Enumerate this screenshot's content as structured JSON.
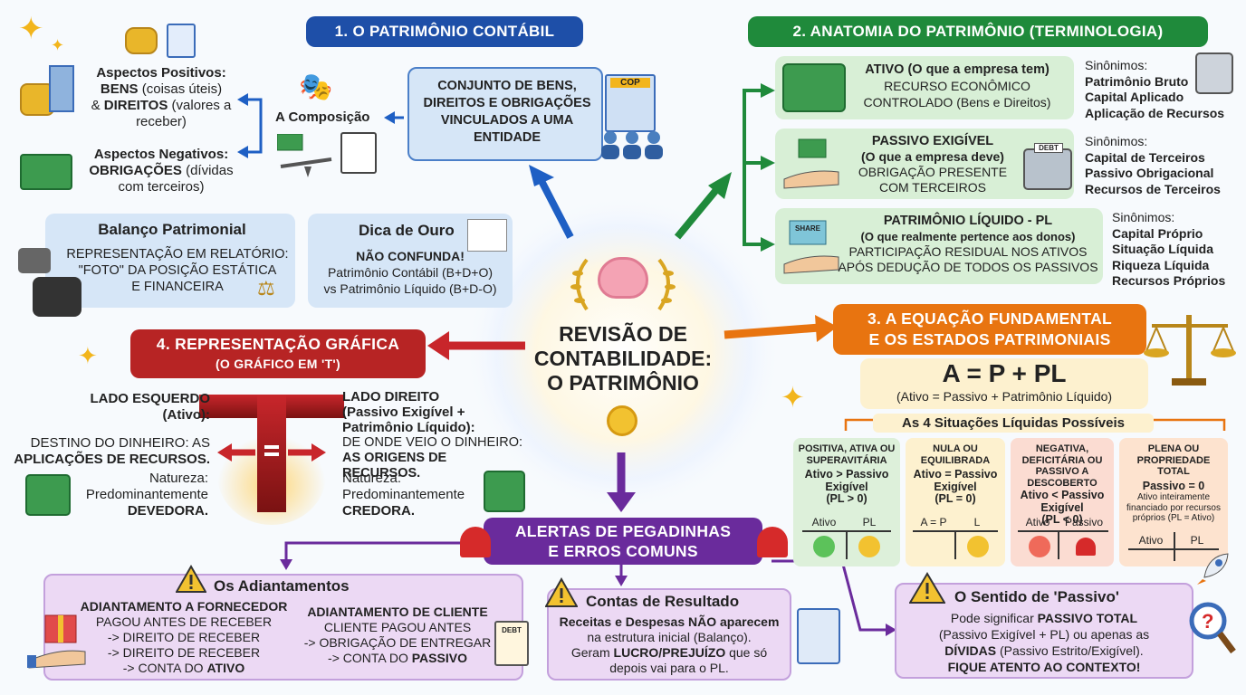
{
  "colors": {
    "blue": "#1e4fa8",
    "green": "#1f8a3b",
    "orange": "#e87410",
    "red": "#b72424",
    "purple": "#6a2b9c"
  },
  "center": {
    "title": "REVISÃO DE CONTABILIDADE: O PATRIMÔNIO"
  },
  "s1": {
    "header": "1. O PATRIMÔNIO CONTÁBIL",
    "definition": "CONJUNTO DE BENS, DIREITOS E OBRIGAÇÕES VINCULADOS A UMA ENTIDADE",
    "cop_label": "COP",
    "composition": "A Composição",
    "positive": {
      "title": "Aspectos Positivos:",
      "l1_b": "BENS",
      "l1_t": " (coisas úteis)",
      "l2_a": "& ",
      "l2_b": "DIREITOS",
      "l2_t": " (valores a",
      "l3": "receber)"
    },
    "negative": {
      "title": "Aspectos Negativos:",
      "l1_b": "OBRIGAÇÕES",
      "l1_t": " (dívidas",
      "l2": "com terceiros)"
    },
    "balanco": {
      "title": "Balanço Patrimonial",
      "l1": "REPRESENTAÇÃO EM RELATÓRIO:",
      "l2": "\"FOTO\" DA POSIÇÃO ESTÁTICA",
      "l3": "E FINANCEIRA"
    },
    "dica": {
      "title": "Dica de Ouro",
      "l1": "NÃO CONFUNDA!",
      "l2": "Patrimônio Contábil (B+D+O)",
      "l3": "vs Patrimônio Líquido (B+D-O)"
    }
  },
  "s2": {
    "header": "2. ANATOMIA DO PATRIMÔNIO (TERMINOLOGIA)",
    "ativo": {
      "title": "ATIVO (O que a empresa tem)",
      "l1": "RECURSO ECONÔMICO",
      "l2": "CONTROLADO (Bens e Direitos)",
      "syn_title": "Sinônimos:",
      "syn": [
        "Patrimônio Bruto",
        "Capital Aplicado",
        "Aplicação de Recursos"
      ]
    },
    "passivo": {
      "title": "PASSIVO EXIGÍVEL",
      "sub": "(O que a empresa deve)",
      "l1": "OBRIGAÇÃO PRESENTE",
      "l2": "COM TERCEIROS",
      "debt_label": "DEBT",
      "syn_title": "Sinônimos:",
      "syn": [
        "Capital de Terceiros",
        "Passivo Obrigacional",
        "Recursos de Terceiros"
      ]
    },
    "pl": {
      "title": "PATRIMÔNIO LÍQUIDO - PL",
      "sub": "(O que realmente pertence aos donos)",
      "l1": "PARTICIPAÇÃO RESIDUAL NOS ATIVOS",
      "l2": "APÓS DEDUÇÃO DE TODOS OS PASSIVOS",
      "share_label": "SHARE",
      "syn_title": "Sinônimos:",
      "syn": [
        "Capital Próprio",
        "Situação Líquida",
        "Riqueza Líquida",
        "Recursos Próprios"
      ]
    }
  },
  "s3": {
    "header_l1": "3. A EQUAÇÃO FUNDAMENTAL",
    "header_l2": "E OS ESTADOS PATRIMONIAIS",
    "equation": "A = P + PL",
    "equation_sub": "(Ativo = Passivo + Patrimônio Líquido)",
    "situations_title": "As 4 Situações Líquidas Possíveis",
    "situations": [
      {
        "title": "POSITIVA, ATIVA OU SUPERAVITÁRIA",
        "rule": "Ativo > Passivo Exigível",
        "pl": "(PL > 0)",
        "left": "Ativo",
        "right": "PL"
      },
      {
        "title": "NULA OU EQUILIBRADA",
        "rule": "Ativo = Passivo Exigível",
        "pl": "(PL = 0)",
        "left": "A = P",
        "right": "L"
      },
      {
        "title": "NEGATIVA, DEFICITÁRIA OU PASSIVO A DESCOBERTO",
        "rule": "Ativo < Passivo Exigível",
        "pl": "(PL < 0)",
        "left": "Ativo",
        "right": "Passivo"
      },
      {
        "title": "PLENA OU PROPRIEDADE TOTAL",
        "rule": "Passivo = 0",
        "pl": "Ativo inteiramente financiado por recursos próprios (PL = Ativo)",
        "left": "Ativo",
        "right": "PL"
      }
    ]
  },
  "s4": {
    "header_l1": "4. REPRESENTAÇÃO GRÁFICA",
    "header_l2": "(O GRÁFICO EM 'T')",
    "left": {
      "t1": "LADO ESQUERDO",
      "t2": "(Ativo):",
      "d1": "DESTINO DO DINHEIRO: AS",
      "d2": "APLICAÇÕES DE RECURSOS.",
      "n1": "Natureza:",
      "n2": "Predominantemente",
      "n3": "DEVEDORA."
    },
    "right": {
      "t1": "LADO DIREITO",
      "t2": "(Passivo Exigível +",
      "t3": "Patrimônio Líquido):",
      "d1": "DE ONDE VEIO O DINHEIRO:",
      "d2": "AS ORIGENS DE RECURSOS.",
      "n1": "Natureza:",
      "n2": "Predominantemente",
      "n3": "CREDORA."
    }
  },
  "alerts": {
    "header_l1": "ALERTAS DE PEGADINHAS",
    "header_l2": "E ERROS COMUNS",
    "adiant": {
      "title": "Os Adiantamentos",
      "fornecedor": {
        "t": "ADIANTAMENTO A FORNECEDOR",
        "l1": "PAGOU ANTES DE RECEBER",
        "l2": "-> DIREITO DE RECEBER",
        "l3": "-> DIREITO DE RECEBER",
        "l4_a": "-> CONTA DO ",
        "l4_b": "ATIVO"
      },
      "cliente": {
        "t": "ADIANTAMENTO DE CLIENTE",
        "l1": "CLIENTE PAGOU ANTES",
        "l2": "-> OBRIGAÇÃO DE ENTREGAR",
        "l3_a": "-> CONTA DO ",
        "l3_b": "PASSIVO"
      },
      "debt_label": "DEBT"
    },
    "contas": {
      "title": "Contas de Resultado",
      "l1": "Receitas e Despesas NÃO aparecem",
      "l2": "na estrutura inicial (Balanço).",
      "l3_a": "Geram ",
      "l3_b": "LUCRO/PREJUÍZO",
      "l3_c": " que só",
      "l4": "depois vai para o PL."
    },
    "sentido": {
      "title": "O Sentido de 'Passivo'",
      "l1_a": "Pode significar ",
      "l1_b": "PASSIVO TOTAL",
      "l2": "(Passivo Exigível + PL) ou apenas as",
      "l3_b": "DÍVIDAS",
      "l3_t": " (Passivo Estrito/Exigível).",
      "l4": "FIQUE ATENTO AO CONTEXTO!"
    }
  }
}
